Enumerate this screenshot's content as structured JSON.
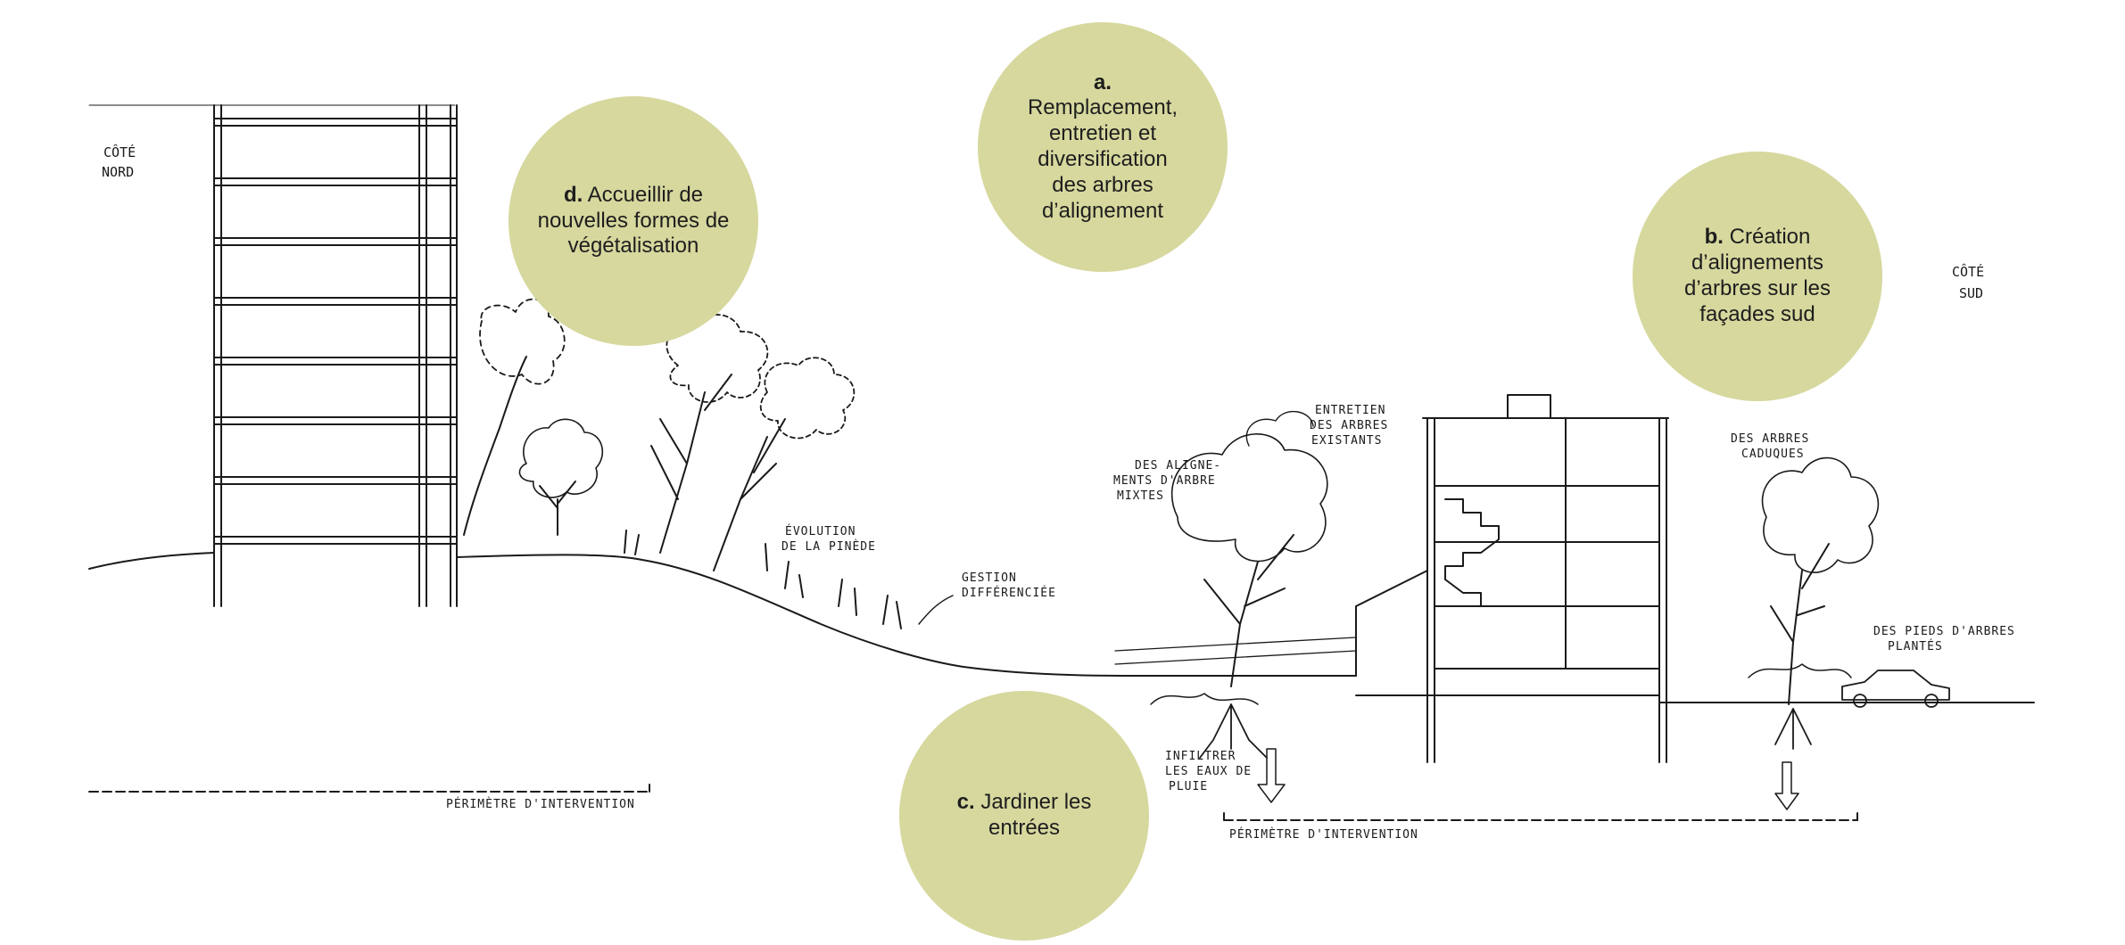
{
  "colors": {
    "bubble_fill": "#d6d89e",
    "ink": "#1a1a1a",
    "background": "#ffffff"
  },
  "side_labels": {
    "north": [
      "CÔTÉ",
      "NORD"
    ],
    "south": [
      "CÔTÉ",
      "SUD"
    ]
  },
  "bubbles": {
    "a": {
      "letter": "a.",
      "lines": [
        "Remplacement,",
        "entretien et",
        "diversification",
        "des arbres",
        "d’alignement"
      ]
    },
    "b": {
      "letter": "b.",
      "first": "Création",
      "lines": [
        "d’alignements",
        "d’arbres sur les",
        "façades sud"
      ]
    },
    "c": {
      "letter": "c.",
      "first": "Jardiner les",
      "lines": [
        "entrées"
      ]
    },
    "d": {
      "letter": "d.",
      "first": "Accueillir de",
      "lines": [
        "nouvelles formes de",
        "végétalisation"
      ]
    }
  },
  "annotations": {
    "evolution": [
      "ÉVOLUTION",
      "DE LA PINÈDE"
    ],
    "gestion": [
      "GESTION",
      "DIFFÉRENCIÉE"
    ],
    "entretien": [
      "ENTRETIEN",
      "DES ARBRES",
      "EXISTANTS"
    ],
    "alignements": [
      "DES ALIGNE-",
      "MENTS D'ARBRE",
      "MIXTES"
    ],
    "caduques": [
      "DES ARBRES",
      "CADUQUES"
    ],
    "pieds": [
      "DES PIEDS D'ARBRES",
      "PLANTÉS"
    ],
    "infiltrer": [
      "INFILTRER",
      "LES EAUX DE",
      "PLUIE"
    ],
    "perimetre_left": "PÉRIMÈTRE D'INTERVENTION",
    "perimetre_right": "PÉRIMÈTRE D'INTERVENTION"
  }
}
